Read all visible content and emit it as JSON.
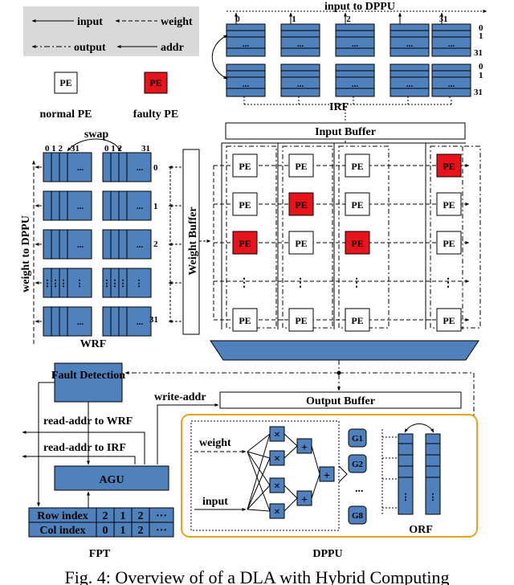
{
  "legend": {
    "input": "input",
    "weight": "weight",
    "output": "output",
    "addr": "addr",
    "pe": "PE",
    "normal_pe": "normal PE",
    "faulty_pe": "faulty PE"
  },
  "irf": {
    "title": "input to DPPU",
    "label": "IRF",
    "col_labels": [
      "0",
      "1",
      "2",
      "31"
    ],
    "row_labels": [
      "0",
      "1",
      "31"
    ],
    "dots": "..."
  },
  "input_buffer": "Input Buffer",
  "weight_buffer": "Weight Buffer",
  "wrf": {
    "swap": "swap",
    "col_labels_left": "0 1 2",
    "col_labels_right": "0 1 2",
    "col_last": "31",
    "row_labels": [
      "0",
      "1",
      "2",
      "31"
    ],
    "side_label": "weight to DPPU",
    "label": "WRF",
    "dots": "..."
  },
  "pe_array": {
    "pe_label": "PE",
    "faulty": [
      [
        0,
        4
      ],
      [
        1,
        1
      ],
      [
        2,
        0
      ],
      [
        2,
        2
      ]
    ],
    "vdots": "⋮"
  },
  "fault_detection": "Fault Detection",
  "write_addr": "write-addr",
  "output_buffer": "Output Buffer",
  "read_addr_wrf": "read-addr to WRF",
  "read_addr_irf": "read-addr to IRF",
  "agu": "AGU",
  "fpt": {
    "rows": [
      {
        "label": "Row index",
        "values": [
          "2",
          "1",
          "2",
          "···"
        ]
      },
      {
        "label": "Col index",
        "values": [
          "0",
          "1",
          "2",
          "···"
        ]
      }
    ],
    "label": "FPT"
  },
  "dppu": {
    "weight": "weight",
    "input": "input",
    "mult": "×",
    "add": "+",
    "groups": [
      "G1",
      "G2",
      "G8"
    ],
    "ellipsis": "...",
    "orf": "ORF",
    "label": "DPPU"
  },
  "caption": "Fig. 4: Overview of of a DLA with Hybrid Computing",
  "colors": {
    "blue": "#4f81bd",
    "red": "#e8141b",
    "legend_bg": "#d9d9d9",
    "dppu_border": "#e8a317"
  }
}
